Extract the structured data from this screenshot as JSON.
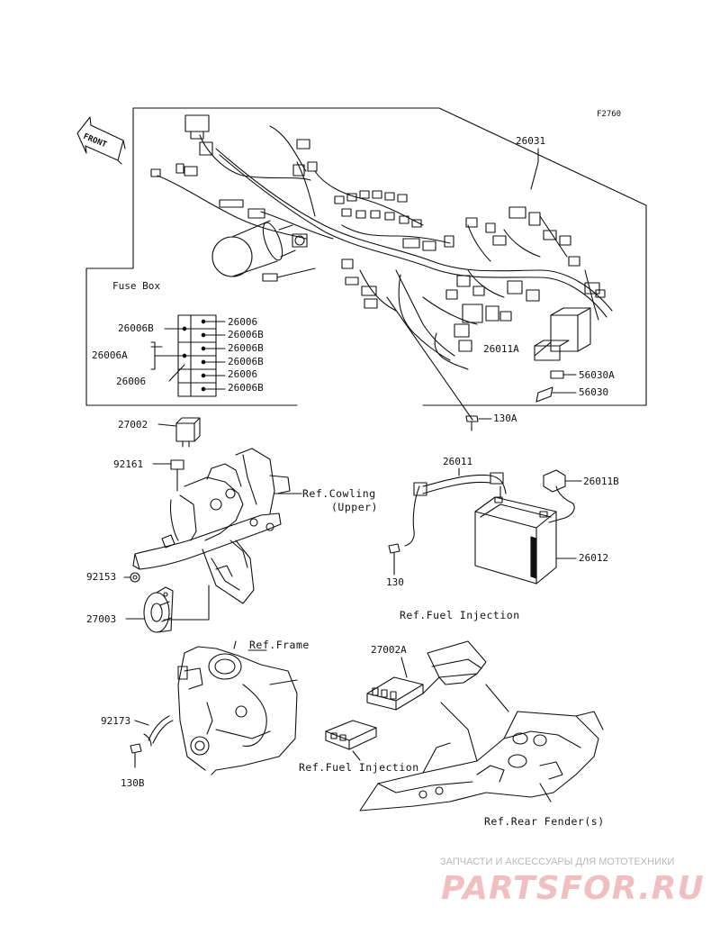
{
  "figure_code": "F2760",
  "front_label": "FRONT",
  "fuse_box": {
    "title": "Fuse Box",
    "left_labels": [
      "26006B",
      "26006A",
      "26006"
    ],
    "right_labels": [
      "26006",
      "26006B",
      "26006B",
      "26006B",
      "26006",
      "26006B"
    ]
  },
  "parts": {
    "p26031": "26031",
    "p26011A": "26011A",
    "p56030A": "56030A",
    "p56030": "56030",
    "p130A": "130A",
    "p27002": "27002",
    "p92161": "92161",
    "p26011": "26011",
    "p26011B": "26011B",
    "p26012": "26012",
    "p130": "130",
    "p92153": "92153",
    "p27003": "27003",
    "p27002A": "27002A",
    "p92173": "92173",
    "p130B": "130B"
  },
  "refs": {
    "cowling_1": "Ref.Cowling",
    "cowling_2": "(Upper)",
    "fuel_injection_top": "Ref.Fuel Injection",
    "frame": "Ref.Frame",
    "fuel_injection_bottom": "Ref.Fuel Injection",
    "rear_fender": "Ref.Rear Fender(s)"
  },
  "watermark": {
    "tagline": "ЗАПЧАСТИ И АКСЕССУАРЫ ДЛЯ МОТОТЕХНИКИ",
    "logo": "PARTSFOR.RU"
  }
}
